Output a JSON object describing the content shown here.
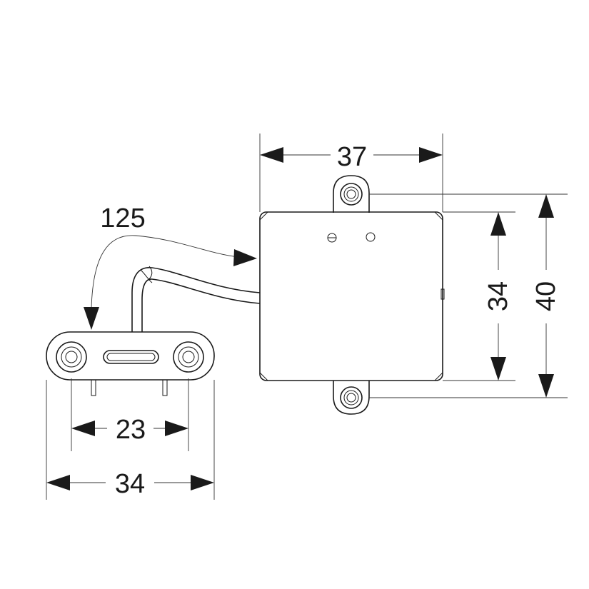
{
  "dimensions": {
    "cable_length": "125",
    "box_width": "37",
    "box_body_height": "34",
    "box_total_height": "40",
    "sensor_hole_spacing": "23",
    "sensor_width": "34"
  },
  "colors": {
    "line": "#1a1a1a",
    "background": "#ffffff"
  }
}
